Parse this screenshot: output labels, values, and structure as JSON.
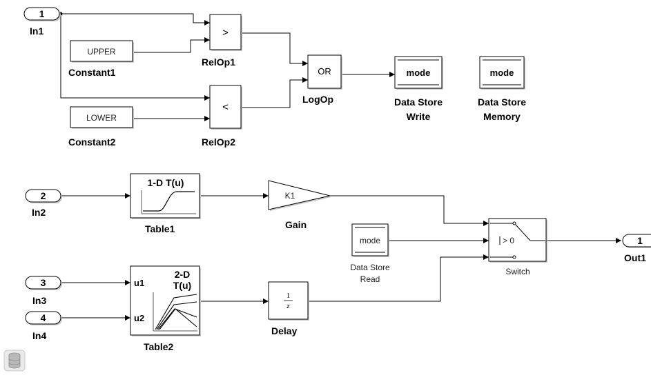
{
  "blocks": {
    "in1": {
      "port": "1",
      "label": "In1"
    },
    "in2": {
      "port": "2",
      "label": "In2"
    },
    "in3": {
      "port": "3",
      "label": "In3"
    },
    "in4": {
      "port": "4",
      "label": "In4"
    },
    "out1": {
      "port": "1",
      "label": "Out1"
    },
    "constant1": {
      "value": "UPPER",
      "label": "Constant1"
    },
    "constant2": {
      "value": "LOWER",
      "label": "Constant2"
    },
    "relop1": {
      "symbol": ">",
      "label": "RelOp1"
    },
    "relop2": {
      "symbol": "<",
      "label": "RelOp2"
    },
    "logop": {
      "symbol": "OR",
      "label": "LogOp"
    },
    "ds_write": {
      "text": "mode",
      "label_line1": "Data Store",
      "label_line2": "Write"
    },
    "ds_memory": {
      "text": "mode",
      "label_line1": "Data Store",
      "label_line2": "Memory"
    },
    "ds_read": {
      "text": "mode",
      "label_line1": "Data Store",
      "label_line2": "Read"
    },
    "table1": {
      "title": "1-D T(u)",
      "label": "Table1"
    },
    "table2": {
      "title_line1": "2-D",
      "title_line2": "T(u)",
      "port1": "u1",
      "port2": "u2",
      "label": "Table2"
    },
    "gain": {
      "value": "K1",
      "label": "Gain"
    },
    "delay": {
      "num": "1",
      "den": "z",
      "label": "Delay"
    },
    "switch": {
      "threshold": "> 0",
      "label": "Switch"
    }
  },
  "footer": {
    "icon": "database-icon"
  }
}
